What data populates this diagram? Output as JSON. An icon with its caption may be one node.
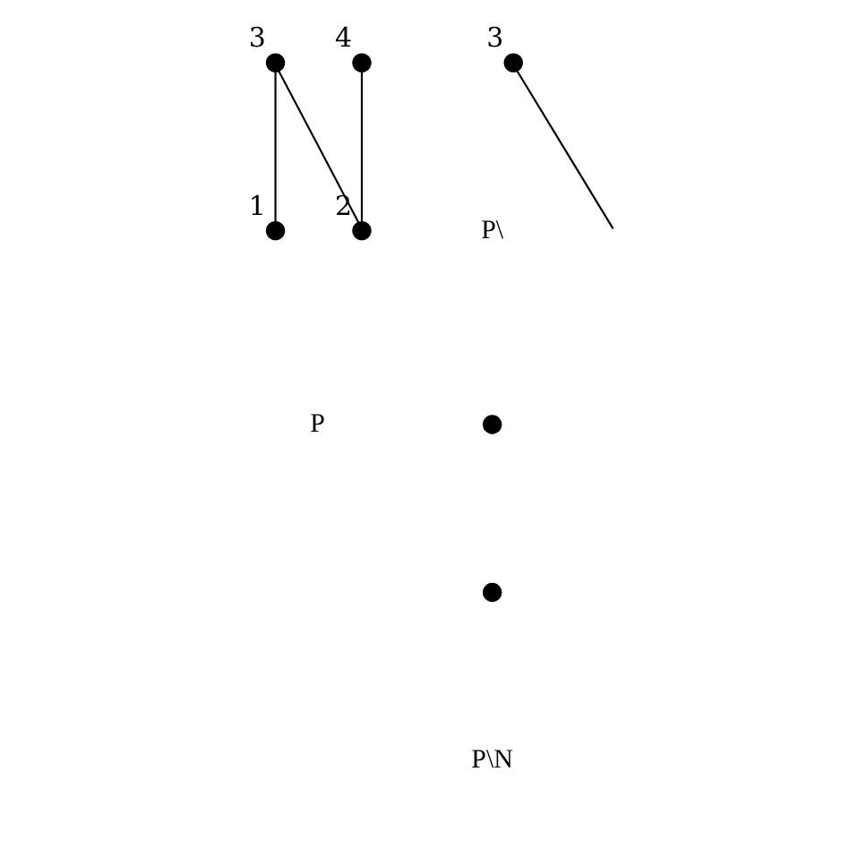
{
  "diagram": {
    "nodes": [
      {
        "text": [],
        "shape": "circle",
        "beside": [
          "3"
        ]
      },
      {
        "text": [],
        "shape": "circle",
        "beside": [
          "4"
        ]
      },
      {
        "text": [],
        "shape": "circle",
        "beside": [
          "1"
        ]
      },
      {
        "text": [],
        "shape": "circle",
        "beside": [
          "2"
        ]
      },
      {
        "text": [],
        "shape": "circle",
        "beside": [
          "3"
        ]
      },
      {
        "text": [],
        "shape": "circle"
      },
      {
        "text": [],
        "shape": "circle"
      }
    ],
    "edges": [
      {
        "from": 0,
        "to": 2,
        "arrow": "none"
      },
      {
        "from": 0,
        "to": 3,
        "arrow": "none"
      },
      {
        "from": 1,
        "to": 3,
        "arrow": "none"
      },
      {
        "from": 4,
        "to": null,
        "arrow": "none"
      }
    ],
    "labels": [
      "P",
      "P\\",
      "P\\N"
    ]
  }
}
